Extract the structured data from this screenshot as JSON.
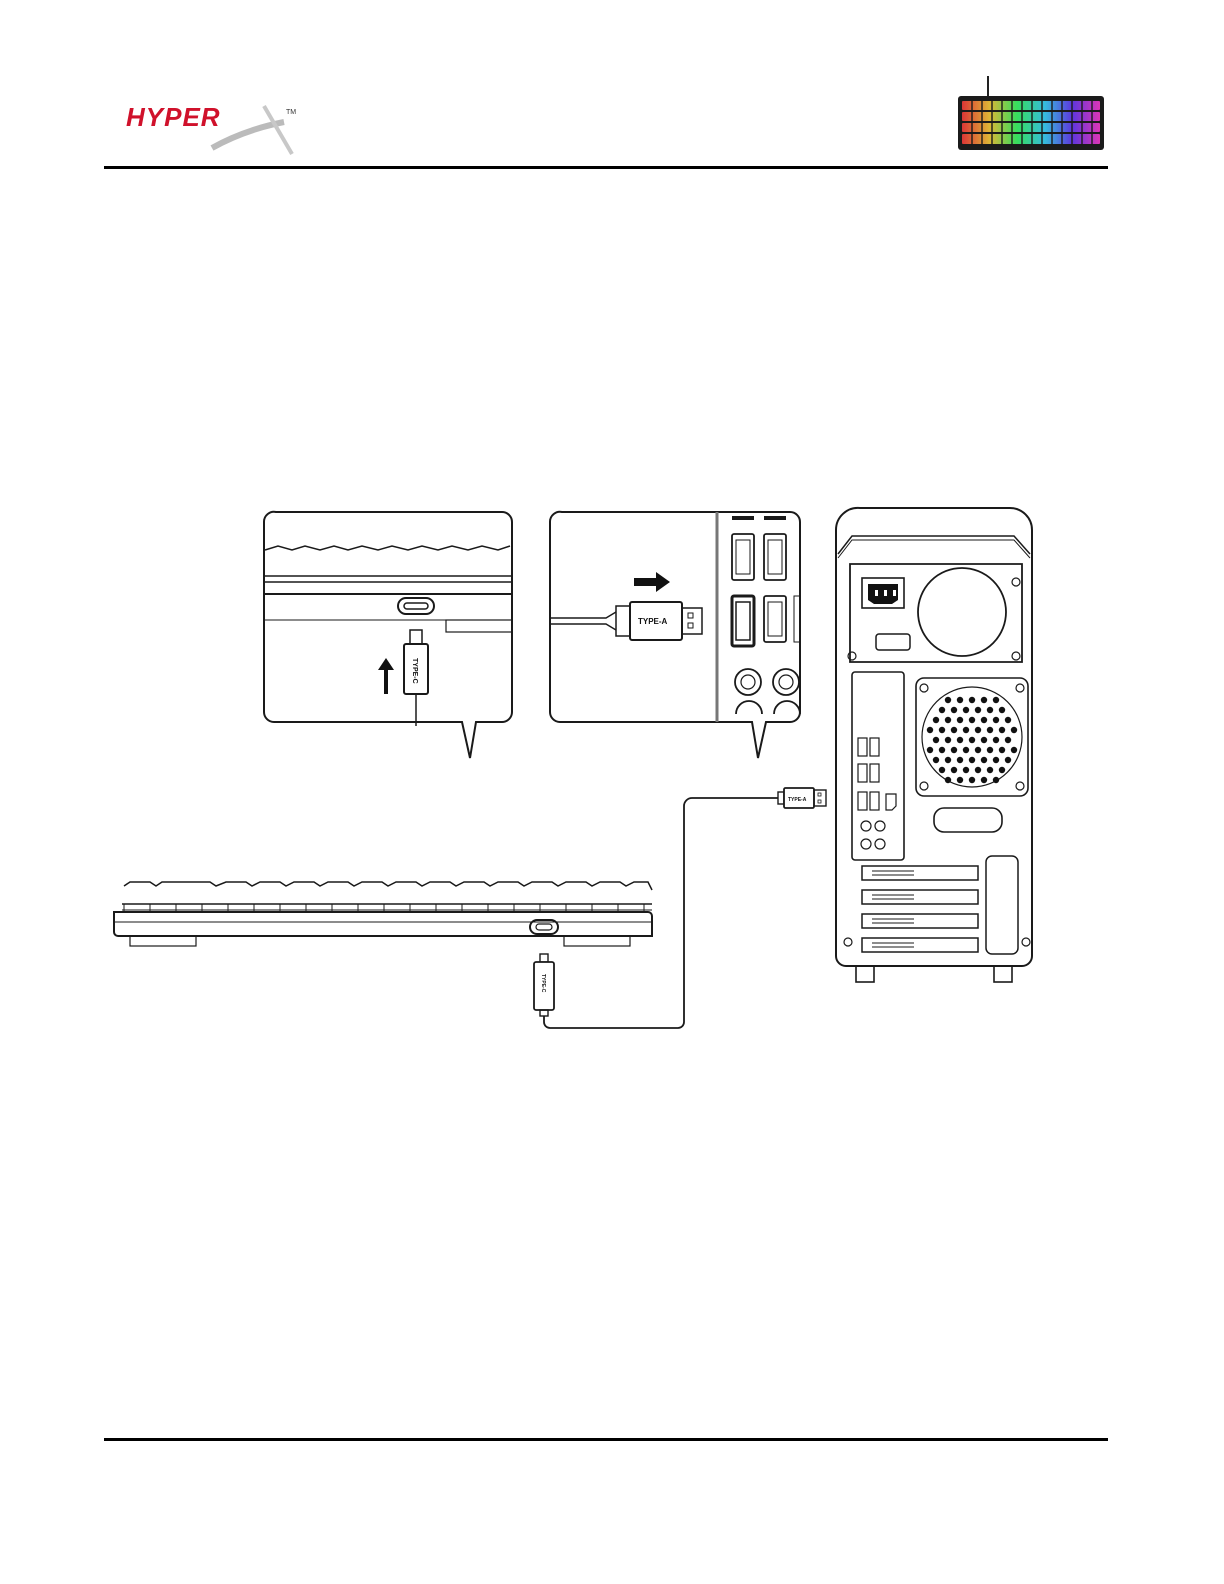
{
  "header": {
    "brand": "HYPERX",
    "trademark": "TM"
  },
  "diagram": {
    "connector_keyboard_label": "TYPE-C",
    "connector_pc_label": "TYPE-A"
  },
  "colors": {
    "brand_red": "#d0112b",
    "line": "#1a1a1a"
  }
}
